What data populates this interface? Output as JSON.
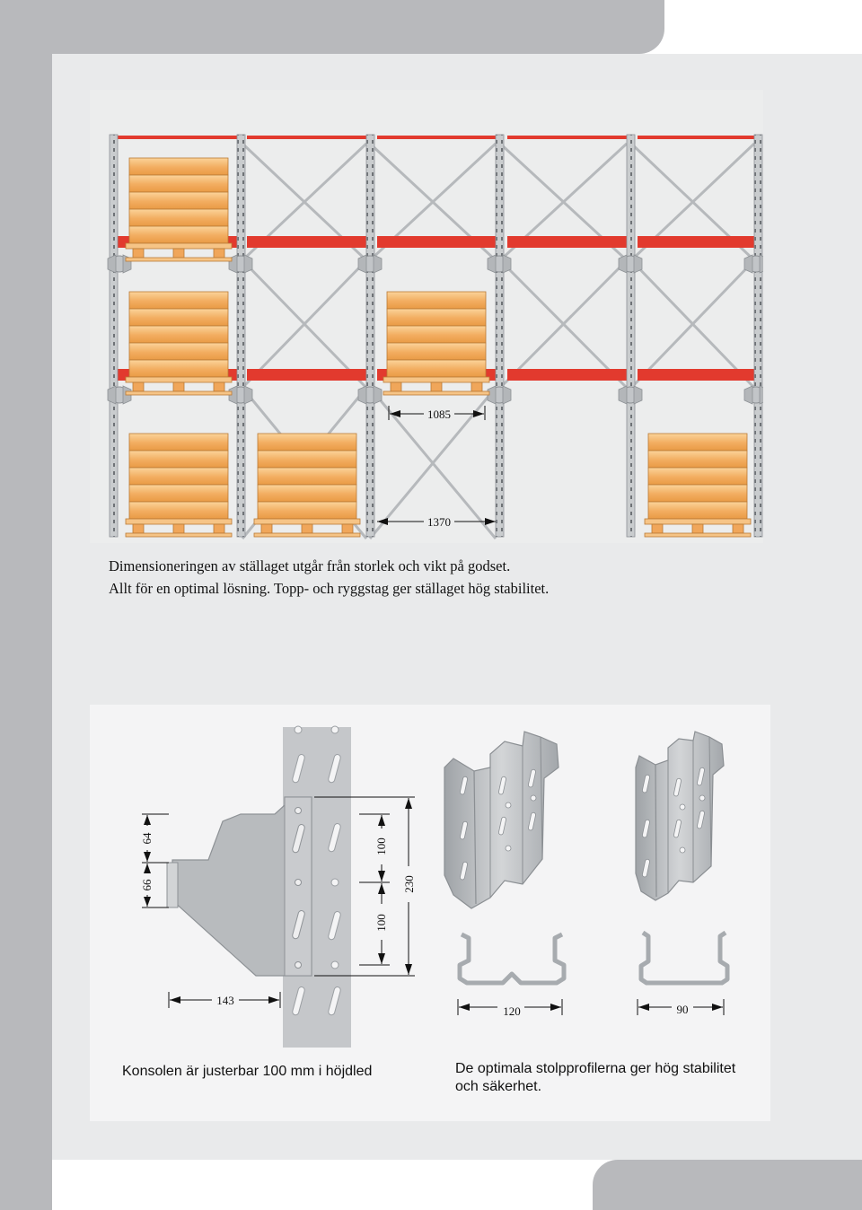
{
  "rack_diagram": {
    "dim_bay_width": "1085",
    "dim_pallet_width": "1370"
  },
  "caption_top": {
    "line1": "Dimensioneringen av ställaget utgår från storlek och vikt på godset.",
    "line2": "Allt för en optimal lösning. Topp- och ryggstag ger ställaget hög stabilitet."
  },
  "bracket_diagram": {
    "dim_64": "64",
    "dim_66": "66",
    "dim_100_upper": "100",
    "dim_100_lower": "100",
    "dim_230": "230",
    "dim_143": "143",
    "caption": "Konsolen är justerbar 100 mm i höjdled"
  },
  "profile_diagram": {
    "dim_120": "120",
    "dim_90": "90",
    "caption_line1": "De optimala stolpprofilerna ger hög stabilitet",
    "caption_line2": "och säkerhet."
  },
  "colors": {
    "beam_red": "#e23a2e",
    "pallet_orange": "#f3b067",
    "frame_grey": "#b9bcbf",
    "band_grey": "#b8b9bc",
    "panel_grey": "#e9eaeb"
  }
}
